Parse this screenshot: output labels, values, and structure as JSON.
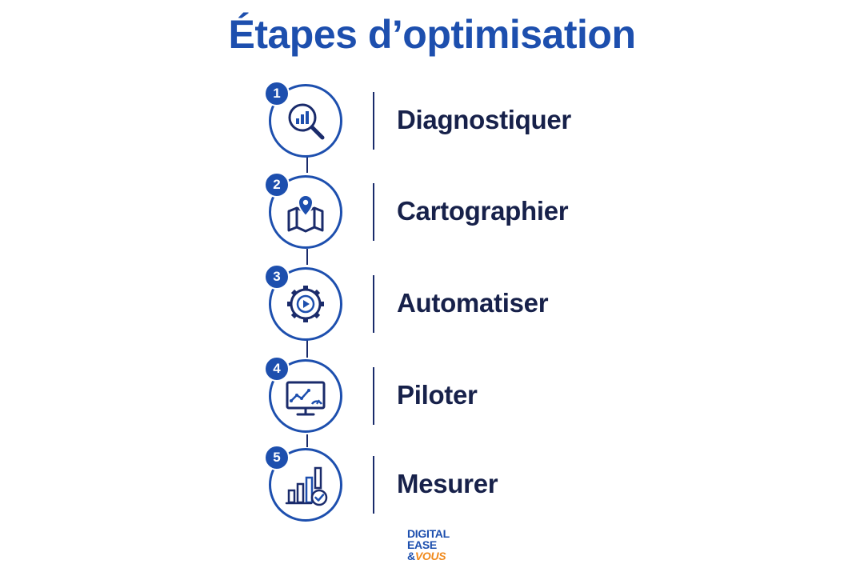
{
  "title": "Étapes d’optimisation",
  "steps": [
    {
      "number": "1",
      "label": "Diagnostiquer",
      "icon": "analytics-magnifier-icon"
    },
    {
      "number": "2",
      "label": "Cartographier",
      "icon": "map-pin-icon"
    },
    {
      "number": "3",
      "label": "Automatiser",
      "icon": "gear-play-icon"
    },
    {
      "number": "4",
      "label": "Piloter",
      "icon": "monitor-dashboard-icon"
    },
    {
      "number": "5",
      "label": "Mesurer",
      "icon": "bar-chart-check-icon"
    }
  ],
  "logo": {
    "line1": "DIGITAL",
    "line2": "EASE",
    "amp": "&",
    "line3": "VOUS"
  },
  "colors": {
    "accent": "#1d4fae",
    "text": "#17214a",
    "line": "#1a2b6b",
    "logo_orange": "#f08a1d"
  }
}
